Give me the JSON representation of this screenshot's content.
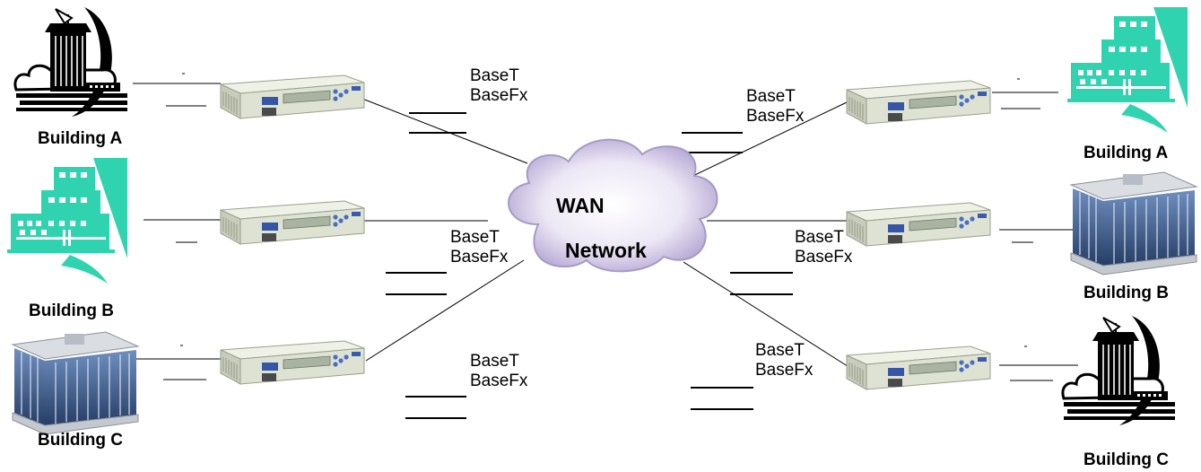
{
  "cloud": {
    "line1": "WAN",
    "line2": "Network"
  },
  "link_labels": [
    {
      "line1": "BaseT",
      "line2": "BaseFx"
    },
    {
      "line1": "BaseT",
      "line2": "BaseFx"
    },
    {
      "line1": "BaseT",
      "line2": "BaseFx"
    },
    {
      "line1": "BaseT",
      "line2": "BaseFx"
    },
    {
      "line1": "BaseT",
      "line2": "BaseFx"
    },
    {
      "line1": "BaseT",
      "line2": "BaseFx"
    }
  ],
  "left_buildings": [
    {
      "label": "Building A",
      "icon": "satellite-tower-building-icon"
    },
    {
      "label": "Building B",
      "icon": "teal-office-building-icon"
    },
    {
      "label": "Building C",
      "icon": "glass-office-building-icon"
    }
  ],
  "right_buildings": [
    {
      "label": "Building A",
      "icon": "teal-office-building-icon"
    },
    {
      "label": "Building B",
      "icon": "glass-office-building-icon"
    },
    {
      "label": "Building C",
      "icon": "satellite-tower-building-icon"
    }
  ],
  "device_icon": "media-converter-device-icon",
  "colors": {
    "teal": "#2fd3b0",
    "device": "#dde2d2",
    "cloud": "#c3b6dd"
  }
}
